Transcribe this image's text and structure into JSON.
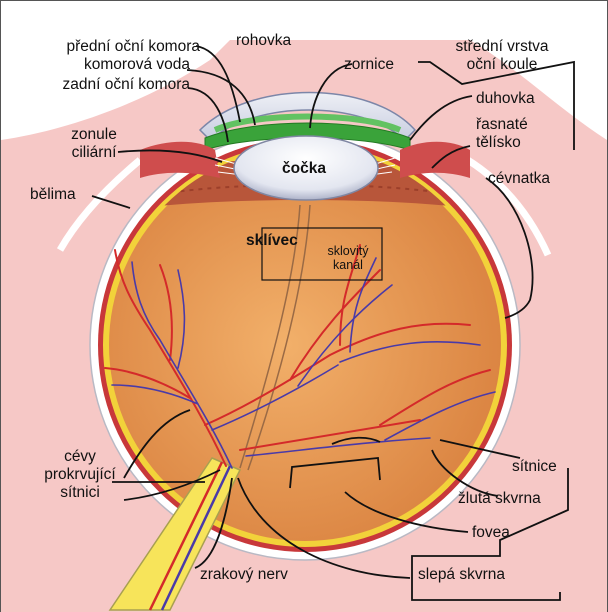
{
  "labels": {
    "rohovka": "rohovka",
    "predni_komora": "přední oční komora",
    "komorova_voda": "komorová voda",
    "zadni_komora": "zadní oční komora",
    "zornice": "zornice",
    "stredni_vrstva_1": "střední vrstva",
    "stredni_vrstva_2": "oční koule",
    "duhovka": "duhovka",
    "rasnate_1": "řasnaté",
    "rasnate_2": "tělísko",
    "zonule_1": "zonule",
    "zonule_2": "ciliární",
    "cocka": "čočka",
    "cevnatka": "cévnatka",
    "belima": "bělima",
    "sklivec": "sklívec",
    "sklovity_1": "sklovitý",
    "sklovity_2": "kanál",
    "cevy_1": "cévy",
    "cevy_2": "prokrvující",
    "cevy_3": "sítnici",
    "sitnice": "sítnice",
    "zluta_skvrna": "žlutá skvrna",
    "fovea": "fovea",
    "zrakovy_nerv": "zrakový nerv",
    "slepa_skvrna": "slepá skvrna"
  },
  "colors": {
    "background": "#f6c8c6",
    "sclera": "#ffffff",
    "choroid": "#c8383a",
    "retina": "#f2d23a",
    "vitreous": "#e9954f",
    "lens": "#e6e9f3",
    "iris": "#3aa33a",
    "artery": "#d42a2a",
    "vein": "#4a3aa8",
    "nerve": "#f7e45a"
  }
}
